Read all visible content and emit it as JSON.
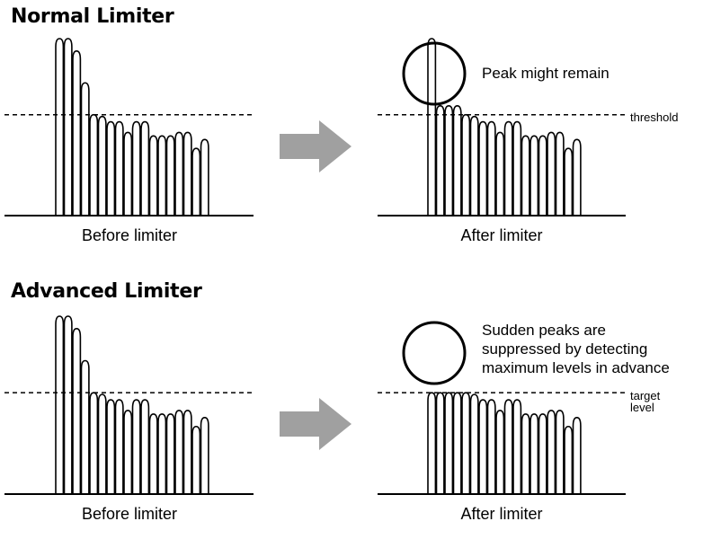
{
  "normal": {
    "title": "Normal Limiter",
    "before_caption": "Before limiter",
    "after_caption": "After limiter",
    "note": "Peak might remain",
    "line_label": "threshold"
  },
  "advanced": {
    "title": "Advanced Limiter",
    "before_caption": "Before limiter",
    "after_caption": "After limiter",
    "note": "Sudden peaks are\nsuppressed by detecting\nmaximum levels in advance",
    "line_label": "target\nlevel"
  },
  "waveform": {
    "peak_levels": [
      1.0,
      1.0,
      0.93,
      0.75,
      0.57,
      0.56,
      0.53,
      0.53,
      0.47,
      0.53,
      0.53,
      0.45,
      0.45,
      0.45,
      0.47,
      0.47,
      0.38,
      0.43
    ],
    "threshold_level": 0.57,
    "normal_after_levels": [
      1.0,
      0.62,
      0.62,
      0.62,
      0.57,
      0.56,
      0.53,
      0.53,
      0.47,
      0.53,
      0.53,
      0.45,
      0.45,
      0.45,
      0.47,
      0.47,
      0.38,
      0.43
    ],
    "advanced_after_levels": [
      0.57,
      0.57,
      0.57,
      0.57,
      0.57,
      0.56,
      0.53,
      0.53,
      0.47,
      0.53,
      0.53,
      0.45,
      0.45,
      0.45,
      0.47,
      0.47,
      0.38,
      0.43
    ]
  },
  "colors": {
    "arrow": "#a0a0a0",
    "line": "#000000"
  }
}
